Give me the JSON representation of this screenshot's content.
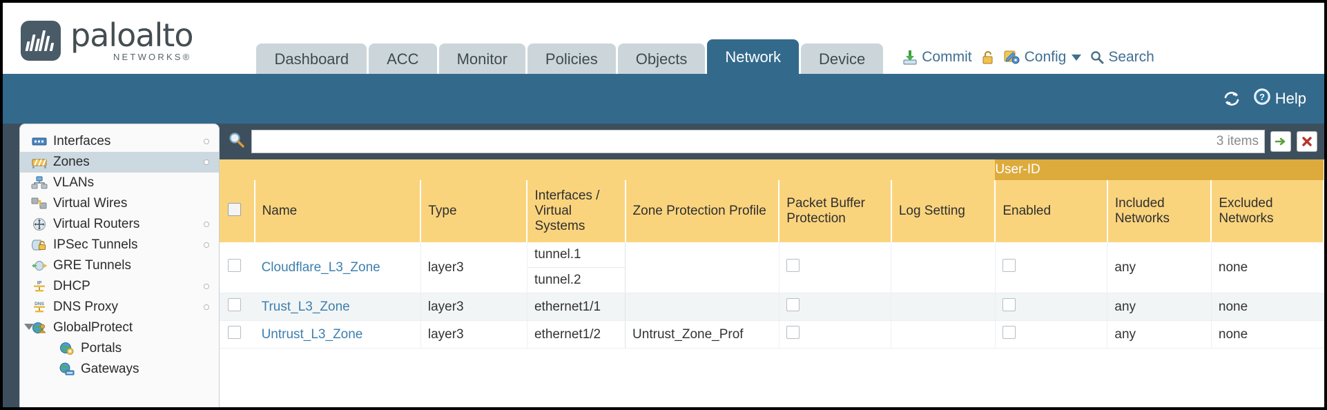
{
  "brand": {
    "name": "paloalto",
    "tagline": "NETWORKS®"
  },
  "tabs": [
    {
      "label": "Dashboard",
      "active": false
    },
    {
      "label": "ACC",
      "active": false
    },
    {
      "label": "Monitor",
      "active": false
    },
    {
      "label": "Policies",
      "active": false
    },
    {
      "label": "Objects",
      "active": false
    },
    {
      "label": "Network",
      "active": true
    },
    {
      "label": "Device",
      "active": false
    }
  ],
  "header_tools": {
    "commit": "Commit",
    "config": "Config",
    "search": "Search"
  },
  "band": {
    "help": "Help"
  },
  "sidebar": {
    "items": [
      {
        "label": "Interfaces",
        "icon": "interfaces-icon",
        "selected": false,
        "dot": true,
        "child": false,
        "expander": false
      },
      {
        "label": "Zones",
        "icon": "zones-icon",
        "selected": true,
        "dot": true,
        "child": false,
        "expander": false
      },
      {
        "label": "VLANs",
        "icon": "vlans-icon",
        "selected": false,
        "dot": false,
        "child": false,
        "expander": false
      },
      {
        "label": "Virtual Wires",
        "icon": "virtual-wires-icon",
        "selected": false,
        "dot": false,
        "child": false,
        "expander": false
      },
      {
        "label": "Virtual Routers",
        "icon": "virtual-routers-icon",
        "selected": false,
        "dot": true,
        "child": false,
        "expander": false
      },
      {
        "label": "IPSec Tunnels",
        "icon": "ipsec-tunnels-icon",
        "selected": false,
        "dot": true,
        "child": false,
        "expander": false
      },
      {
        "label": "GRE Tunnels",
        "icon": "gre-tunnels-icon",
        "selected": false,
        "dot": false,
        "child": false,
        "expander": false
      },
      {
        "label": "DHCP",
        "icon": "dhcp-icon",
        "selected": false,
        "dot": true,
        "child": false,
        "expander": false
      },
      {
        "label": "DNS Proxy",
        "icon": "dns-proxy-icon",
        "selected": false,
        "dot": true,
        "child": false,
        "expander": false
      },
      {
        "label": "GlobalProtect",
        "icon": "globalprotect-icon",
        "selected": false,
        "dot": false,
        "child": false,
        "expander": true
      },
      {
        "label": "Portals",
        "icon": "portals-icon",
        "selected": false,
        "dot": false,
        "child": true,
        "expander": false
      },
      {
        "label": "Gateways",
        "icon": "gateways-icon",
        "selected": false,
        "dot": false,
        "child": true,
        "expander": false
      }
    ]
  },
  "search": {
    "value": "",
    "placeholder": "",
    "items_count": "3 items"
  },
  "table": {
    "group_header": "User-ID",
    "columns": [
      "Name",
      "Type",
      "Interfaces / Virtual Systems",
      "Zone Protection Profile",
      "Packet Buffer Protection",
      "Log Setting",
      "Enabled",
      "Included Networks",
      "Excluded Networks"
    ],
    "rows": [
      {
        "name": "Cloudflare_L3_Zone",
        "type": "layer3",
        "interfaces": [
          "tunnel.1",
          "tunnel.2"
        ],
        "zone_protection_profile": "",
        "packet_buffer_protection": false,
        "log_setting": "",
        "userid_enabled": false,
        "included_networks": "any",
        "excluded_networks": "none"
      },
      {
        "name": "Trust_L3_Zone",
        "type": "layer3",
        "interfaces": [
          "ethernet1/1"
        ],
        "zone_protection_profile": "",
        "packet_buffer_protection": false,
        "log_setting": "",
        "userid_enabled": false,
        "included_networks": "any",
        "excluded_networks": "none"
      },
      {
        "name": "Untrust_L3_Zone",
        "type": "layer3",
        "interfaces": [
          "ethernet1/2"
        ],
        "zone_protection_profile": "Untrust_Zone_Prof",
        "packet_buffer_protection": false,
        "log_setting": "",
        "userid_enabled": false,
        "included_networks": "any",
        "excluded_networks": "none"
      }
    ]
  },
  "colors": {
    "brand_blue": "#336a8c",
    "header_gold": "#fad47d",
    "group_gold": "#ddab3c",
    "link_blue": "#3c7fad",
    "body_slate": "#3d4f5c"
  }
}
